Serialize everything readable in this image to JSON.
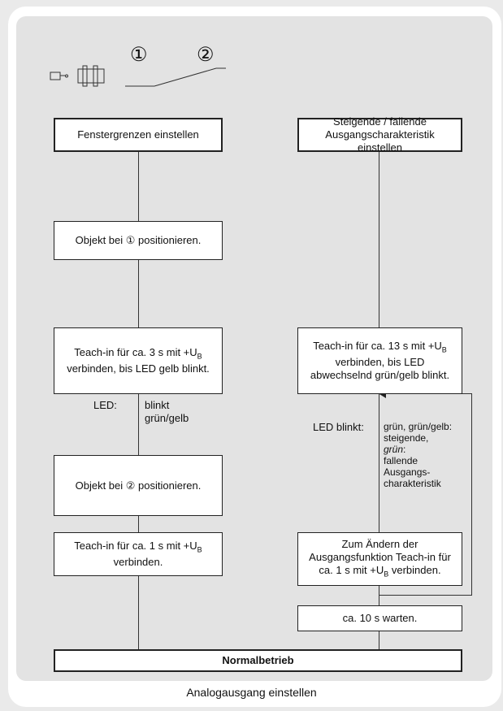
{
  "marker1": "①",
  "marker2": "②",
  "left": {
    "header": "Fenstergrenzen einstellen",
    "step1": "Objekt bei ① positionieren.",
    "step2a": "Teach-in für ca. 3 s mit +U",
    "step2sub": "B",
    "step2b": "verbinden, bis LED gelb blinkt.",
    "led_label": "LED:",
    "led_value1": "blinkt",
    "led_value2": "grün/gelb",
    "step3": "Objekt bei ② positionieren.",
    "step4a": "Teach-in für ca. 1 s mit +U",
    "step4sub": "B",
    "step4b": "verbinden."
  },
  "right": {
    "header": "Steigende / fallende Ausgangscharakteristik einstellen",
    "step1a": "Teach-in für ca. 13 s mit",
    "step1b": "+U",
    "step1sub": "B",
    "step1c": " verbinden, bis LED abwechselnd grün/gelb blinkt.",
    "led_label": "LED blinkt:",
    "led_line1": "grün, grün/gelb:",
    "led_line2": "steigende,",
    "led_line3": "grün",
    "led_line3b": ":",
    "led_line4": "fallende",
    "led_line5": "Ausgangs-",
    "led_line6": "charakteristik",
    "step2a": "Zum Ändern der Ausgangsfunktion Teach-in für ca. 1 s mit +U",
    "step2sub": "B",
    "step2b": "  verbinden.",
    "step3": "ca. 10 s warten."
  },
  "footer": "Normalbetrieb",
  "caption": "Analogausgang einstellen"
}
